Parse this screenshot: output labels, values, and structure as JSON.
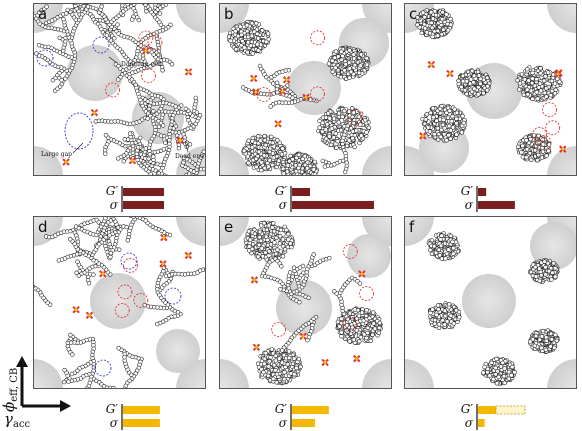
{
  "panels": [
    {
      "id": "a",
      "label": "a",
      "bars": {
        "gp": 0.5,
        "sigma": 0.5
      },
      "bar_color": "#7b1e1e",
      "dashed_extension": false
    },
    {
      "id": "b",
      "label": "b",
      "bars": {
        "gp": 0.22,
        "sigma": 1.0
      },
      "bar_color": "#7b1e1e",
      "dashed_extension": false
    },
    {
      "id": "c",
      "label": "c",
      "bars": {
        "gp": 0.1,
        "sigma": 0.45
      },
      "bar_color": "#7b1e1e",
      "dashed_extension": false
    },
    {
      "id": "d",
      "label": "d",
      "bars": {
        "gp": 0.45,
        "sigma": 0.45
      },
      "bar_color": "#f5b800",
      "dashed_extension": false
    },
    {
      "id": "e",
      "label": "e",
      "bars": {
        "gp": 0.45,
        "sigma": 0.28
      },
      "bar_color": "#f5b800",
      "dashed_extension": false
    },
    {
      "id": "f",
      "label": "f",
      "bars": {
        "gp": 0.22,
        "sigma": 0.08
      },
      "bar_color": "#f5b800",
      "dashed_extension": true
    }
  ],
  "bar_labels": {
    "gp": "G′",
    "sigma": "σ"
  },
  "annotations": {
    "dangling_end": "Dangling end",
    "large_gap": "Large gap",
    "dead_end": "Dead end"
  },
  "axes": {
    "y_main": "ϕ",
    "y_sub": "eff, CB",
    "x_main": "γ",
    "x_sub": "acc"
  },
  "colors": {
    "border": "#555555",
    "circle": "#dcdcdc",
    "mark": "#e03030",
    "mark_yellow": "#f5c400",
    "dashed_red": "#e03030",
    "dashed_blue": "#3a3ad0"
  }
}
